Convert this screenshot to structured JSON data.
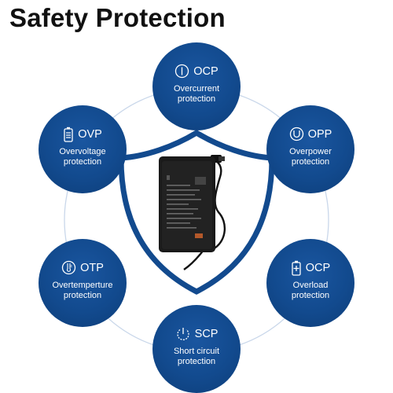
{
  "header": {
    "title": "Safety Protection"
  },
  "colors": {
    "badge": "#124a8e",
    "shield": "#124a8e",
    "ring": "#c9d7ea",
    "adapter": "#1a1a1a"
  },
  "badges": [
    {
      "code": "OCP",
      "desc": "Overcurrent\nprotection",
      "icon": "current-meter-icon"
    },
    {
      "code": "OPP",
      "desc": "Overpower\nprotection",
      "icon": "power-meter-icon"
    },
    {
      "code": "OCP",
      "desc": "Overload\nprotection",
      "icon": "battery-plus-icon"
    },
    {
      "code": "SCP",
      "desc": "Short circuit\nprotection",
      "icon": "power-button-icon"
    },
    {
      "code": "OTP",
      "desc": "Overtemperture\nprotection",
      "icon": "thermometer-icon"
    },
    {
      "code": "OVP",
      "desc": "Overvoltage\nprotection",
      "icon": "battery-icon"
    }
  ]
}
